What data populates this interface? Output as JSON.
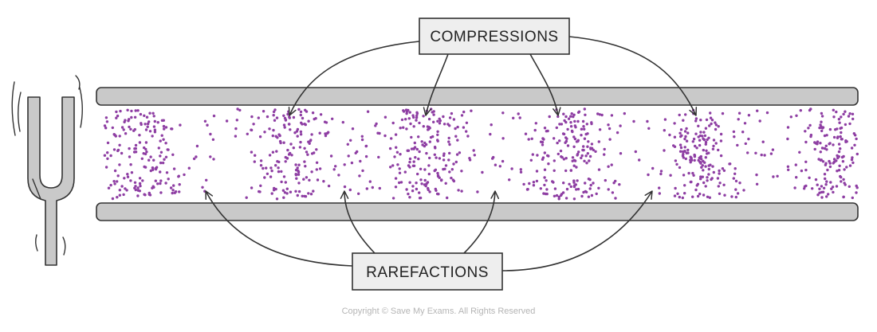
{
  "labels": {
    "compressions": "COMPRESSIONS",
    "rarefactions": "RAREFACTIONS"
  },
  "copyright": "Copyright © Save My Exams. All Rights Reserved",
  "colors": {
    "particle": "#8e3ea3",
    "tube": "#c9c9c9",
    "outline": "#333333",
    "label_box": "#eeeeee"
  },
  "icons": {
    "source": "tuning-fork-icon"
  }
}
